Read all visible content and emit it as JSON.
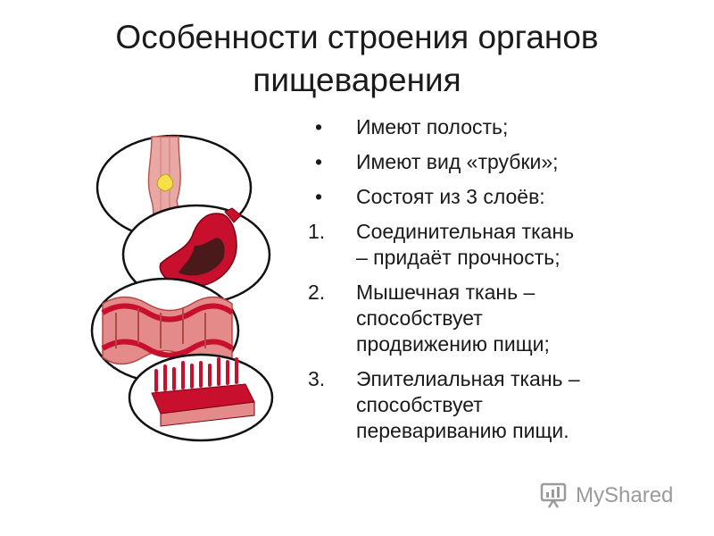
{
  "slide": {
    "title_lines": [
      "Особенности строения органов",
      "пищеварения"
    ],
    "bullets": [
      {
        "mark": "•",
        "text": "Имеют полость;"
      },
      {
        "mark": "•",
        "text": "Имеют вид «трубки»;"
      },
      {
        "mark": "•",
        "text": "Состоят из  3 слоёв:"
      }
    ],
    "numbered": [
      {
        "mark": "1.",
        "lines": [
          "Соединительная ткань",
          "– придаёт прочность;"
        ]
      },
      {
        "mark": "2.",
        "lines": [
          "Мышечная ткань –",
          "способствует",
          "продвижению пищи;"
        ]
      },
      {
        "mark": "3.",
        "lines": [
          "Эпителиальная ткань –",
          "способствует",
          "перевариванию пищи."
        ]
      }
    ]
  },
  "watermark": {
    "text": "MyShared"
  },
  "colors": {
    "tissue_red": "#c8102e",
    "tissue_pink": "#e58a8a",
    "ellipse_border": "#111111"
  },
  "icons": [
    "esophagus-illustration",
    "stomach-illustration",
    "muscle-layer-illustration",
    "epithelium-villi-illustration",
    "myshared-logo-icon"
  ]
}
